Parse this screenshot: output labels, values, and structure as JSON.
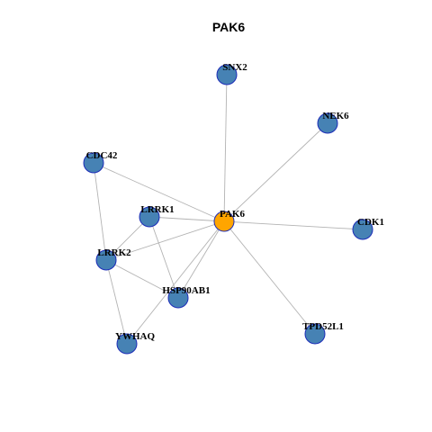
{
  "title": "PAK6",
  "colors": {
    "center_node": "#FFA500",
    "node_fill": "#4682B4",
    "node_stroke": "#1C2CB8",
    "edge": "#B3B3B3"
  },
  "nodes": [
    {
      "id": "PAK6",
      "label": "PAK6",
      "center": true
    },
    {
      "id": "SNX2",
      "label": "SNX2"
    },
    {
      "id": "NEK6",
      "label": "NEK6"
    },
    {
      "id": "CDC42",
      "label": "CDC42"
    },
    {
      "id": "LRRK1",
      "label": "LRRK1"
    },
    {
      "id": "CDK1",
      "label": "CDK1"
    },
    {
      "id": "LRRK2",
      "label": "LRRK2"
    },
    {
      "id": "HSP90AB1",
      "label": "HSP90AB1"
    },
    {
      "id": "TPD52L1",
      "label": "TPD52L1"
    },
    {
      "id": "YWHAQ",
      "label": "YWHAQ"
    }
  ],
  "edges": [
    [
      "PAK6",
      "SNX2"
    ],
    [
      "PAK6",
      "NEK6"
    ],
    [
      "PAK6",
      "CDC42"
    ],
    [
      "PAK6",
      "LRRK1"
    ],
    [
      "PAK6",
      "CDK1"
    ],
    [
      "PAK6",
      "LRRK2"
    ],
    [
      "PAK6",
      "HSP90AB1"
    ],
    [
      "PAK6",
      "TPD52L1"
    ],
    [
      "PAK6",
      "YWHAQ"
    ],
    [
      "CDC42",
      "LRRK2"
    ],
    [
      "LRRK1",
      "LRRK2"
    ],
    [
      "LRRK1",
      "HSP90AB1"
    ],
    [
      "LRRK2",
      "HSP90AB1"
    ],
    [
      "LRRK2",
      "YWHAQ"
    ]
  ]
}
